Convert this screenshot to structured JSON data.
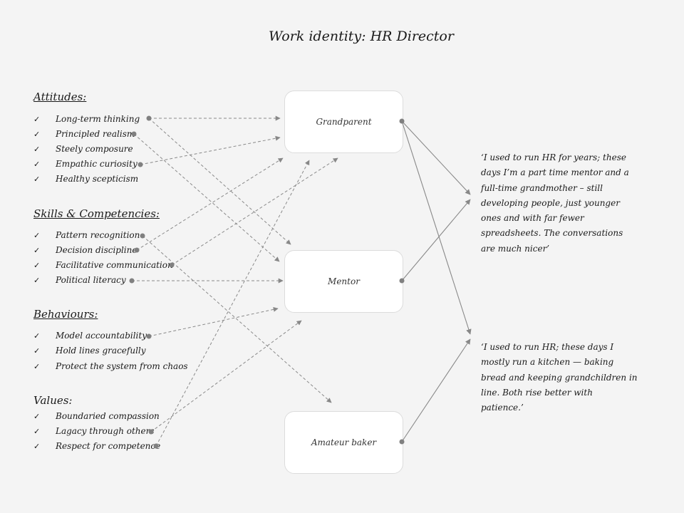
{
  "title": "Work identity: HR Director",
  "sections": [
    {
      "title": "Attitudes:",
      "items": [
        "Long-term thinking",
        "Principled realism",
        "Steely composure",
        "Empathic curiosity",
        "Healthy scepticism"
      ]
    },
    {
      "title": "Skills & Competencies:",
      "items": [
        "Pattern recognition",
        "Decision discipline",
        "Facilitative communication",
        "Political literacy"
      ]
    },
    {
      "title": "Behaviours:",
      "items": [
        "Model accountability",
        "Hold lines gracefully",
        "Protect the system from chaos"
      ]
    },
    {
      "title": "Values:",
      "items": [
        "Boundaried compassion",
        "Lagacy through others",
        "Respect for competence"
      ]
    }
  ],
  "check_icon": "✓",
  "identities": [
    {
      "label": "Grandparent"
    },
    {
      "label": "Mentor"
    },
    {
      "label": "Amateur baker"
    }
  ],
  "quotes": [
    "‘I used to run HR for years; these days I’m a part time mentor and a full-time grandmother – still developing people, just younger ones and with far fewer spreadsheets. The conversations are much nicer’",
    "‘I used to run HR; these days I mostly run a kitchen — baking bread and keeping grandchildren in line. Both rise better with patience.’"
  ],
  "connections": [
    {
      "from": "Long-term thinking",
      "to": "Grandparent"
    },
    {
      "from": "Long-term thinking",
      "to": "Mentor"
    },
    {
      "from": "Principled realism",
      "to": "Mentor"
    },
    {
      "from": "Empathic curiosity",
      "to": "Grandparent"
    },
    {
      "from": "Pattern recognition",
      "to": "Amateur baker"
    },
    {
      "from": "Decision discipline",
      "to": "Grandparent"
    },
    {
      "from": "Facilitative communication",
      "to": "Grandparent"
    },
    {
      "from": "Political literacy",
      "to": "Mentor"
    },
    {
      "from": "Model accountability",
      "to": "Mentor"
    },
    {
      "from": "Lagacy through others",
      "to": "Mentor"
    },
    {
      "from": "Respect for competence",
      "to": "Grandparent"
    }
  ],
  "quote_links": [
    {
      "from": "Grandparent",
      "to": "quote-1"
    },
    {
      "from": "Grandparent",
      "to": "quote-2"
    },
    {
      "from": "Mentor",
      "to": "quote-1"
    },
    {
      "from": "Amateur baker",
      "to": "quote-2"
    }
  ],
  "colors": {
    "background": "#f4f4f4",
    "line": "#888888",
    "dot": "#808080",
    "box": "#ffffff"
  }
}
